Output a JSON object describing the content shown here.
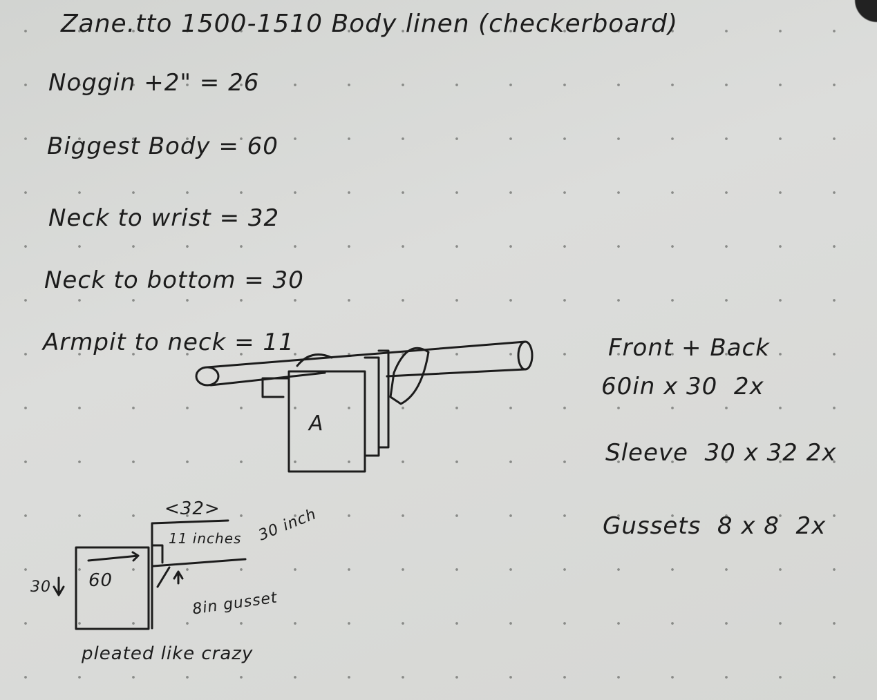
{
  "page": {
    "title": "Zane.tto 1500-1510 Body linen (checkerboard)",
    "measurements": [
      {
        "label": "Noggin +2\"",
        "value": "= 26"
      },
      {
        "label": "Biggest Body",
        "value": "= 60"
      },
      {
        "label": "Neck to wrist",
        "value": "= 32"
      },
      {
        "label": "Neck to bottom",
        "value": "= 30"
      },
      {
        "label": "Armpit to neck",
        "value": "= 11"
      }
    ],
    "pieces": [
      {
        "name": "Front + Back",
        "dims": "60in x 30",
        "qty": "2x"
      },
      {
        "name": "Sleeve",
        "dims": "30 x 32",
        "qty": "2x"
      },
      {
        "name": "Gussets",
        "dims": "8 x 8",
        "qty": "2x"
      }
    ],
    "sketch": {
      "front_label": "A",
      "sleeve_length": "<32>",
      "armpit": "11 inches",
      "sleeve_width": "30 inch",
      "body_height": "30",
      "body_width": "60",
      "gusset": "8in gusset",
      "note": "pleated like crazy"
    }
  }
}
